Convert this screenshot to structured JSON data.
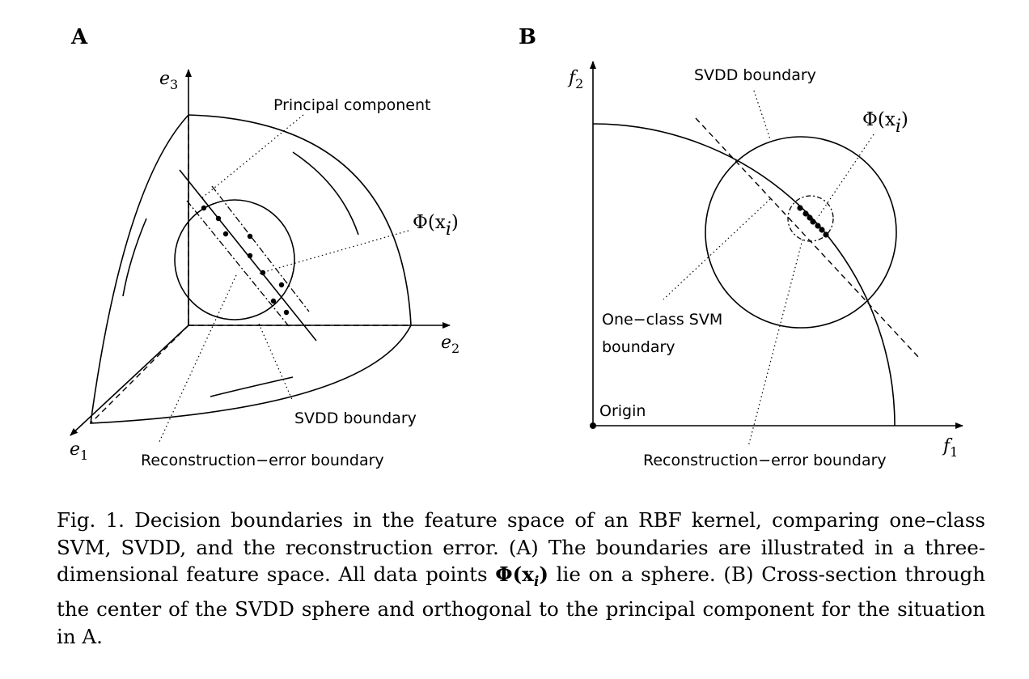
{
  "panel_a": {
    "label": "A",
    "axes": {
      "e1": {
        "base": "e",
        "sub": "1"
      },
      "e2": {
        "base": "e",
        "sub": "2"
      },
      "e3": {
        "base": "e",
        "sub": "3"
      }
    },
    "labels": {
      "principal_component": "Principal component",
      "phi": "Φ(x",
      "phi_sub": "i",
      "phi_close": ")",
      "svdd_boundary": "SVDD boundary",
      "recon_boundary": "Reconstruction−error boundary"
    }
  },
  "panel_b": {
    "label": "B",
    "axes": {
      "f1": {
        "base": "f",
        "sub": "1"
      },
      "f2": {
        "base": "f",
        "sub": "2"
      }
    },
    "labels": {
      "svdd_boundary": "SVDD boundary",
      "phi": "Φ(x",
      "phi_sub": "i",
      "phi_close": ")",
      "ocsvm_line1": "One−class SVM",
      "ocsvm_line2": "boundary",
      "origin": "Origin",
      "recon_boundary": "Reconstruction−error boundary"
    }
  },
  "caption": {
    "prefix": "Fig. 1. Decision boundaries in the feature space of an RBF kernel, comparing one–class SVM, SVDD, and the reconstruction error. (A) The boundaries are illustrated in a three-dimensional feature space. All data points ",
    "math_bold": "Φ(x",
    "math_sub": "i",
    "math_close": ")",
    "suffix": " lie on a sphere. (B) Cross-section through the center of the SVDD sphere and orthogonal to the principal component for the situation in A."
  }
}
